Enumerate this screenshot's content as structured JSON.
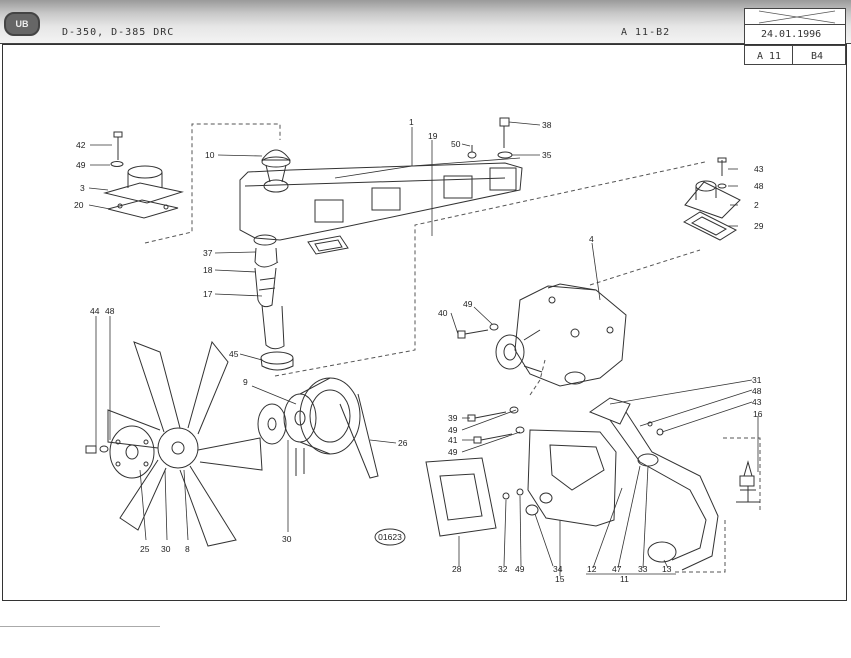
{
  "header": {
    "logo": "UB",
    "model_text": "D-350, D-385 DRC",
    "page_code": "A  11-B2",
    "date": "24.01.1996",
    "section": "A 11",
    "sheet": "B4"
  },
  "drawing_number": "01623",
  "callouts": {
    "c42": "42",
    "c49a": "49",
    "c3": "3",
    "c20": "20",
    "c10": "10",
    "c1": "1",
    "c19": "19",
    "c50": "50",
    "c38": "38",
    "c35": "35",
    "c43a": "43",
    "c48a": "48",
    "c2": "2",
    "c29": "29",
    "c37": "37",
    "c18": "18",
    "c17": "17",
    "c4": "4",
    "c40": "40",
    "c49b": "49",
    "c45": "45",
    "c9": "9",
    "c26": "26",
    "c44": "44",
    "c48b": "48",
    "c25": "25",
    "c30a": "30",
    "c8": "8",
    "c30b": "30",
    "c31": "31",
    "c48c": "48",
    "c43b": "43",
    "c16": "16",
    "c39": "39",
    "c49c": "49",
    "c41": "41",
    "c49d": "49",
    "c28": "28",
    "c32": "32",
    "c49e": "49",
    "c34": "34",
    "c15": "15",
    "c12": "12",
    "c47": "47",
    "c11": "11",
    "c33": "33",
    "c13": "13"
  }
}
